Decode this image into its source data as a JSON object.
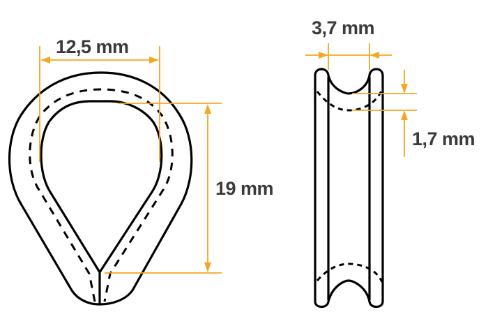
{
  "colors": {
    "dimension": "#f5a623",
    "outline": "#000000",
    "text": "#3a3a3a",
    "background": "#ffffff"
  },
  "thimble_front": {
    "width_label": "12,5 mm",
    "height_label": "19 mm"
  },
  "thimble_side": {
    "width_label": "3,7 mm",
    "groove_depth_label": "1,7 mm"
  }
}
